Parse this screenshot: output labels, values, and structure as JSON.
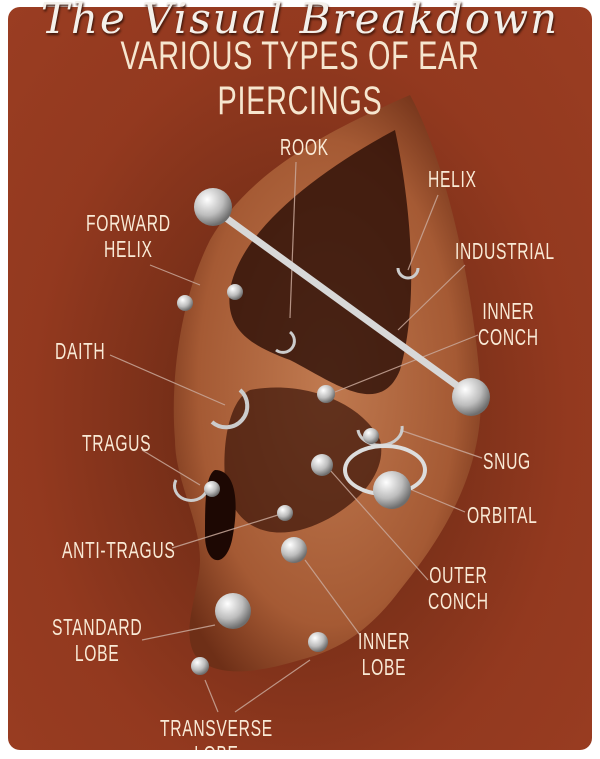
{
  "title": "The Visual Breakdown",
  "subtitle": "VARIOUS TYPES OF EAR PIERCINGS",
  "colors": {
    "background": "#93391f",
    "label": "#f9ead6",
    "skin": "#b0643d",
    "jewelry": "#d8d8d8"
  },
  "labels": {
    "rook": [
      "Rook"
    ],
    "helix": [
      "Helix"
    ],
    "forward_helix": [
      "Forward",
      "Helix"
    ],
    "industrial": [
      "Industrial"
    ],
    "inner_conch": [
      "Inner",
      "Conch"
    ],
    "daith": [
      "Daith"
    ],
    "tragus": [
      "Tragus"
    ],
    "snug": [
      "Snug"
    ],
    "orbital": [
      "Orbital"
    ],
    "anti_tragus": [
      "Anti-Tragus"
    ],
    "outer_conch": [
      "Outer",
      "Conch"
    ],
    "standard_lobe": [
      "Standard",
      "Lobe"
    ],
    "inner_lobe": [
      "Inner",
      "Lobe"
    ],
    "transverse_lobe": [
      "Transverse",
      "Lobe"
    ]
  }
}
